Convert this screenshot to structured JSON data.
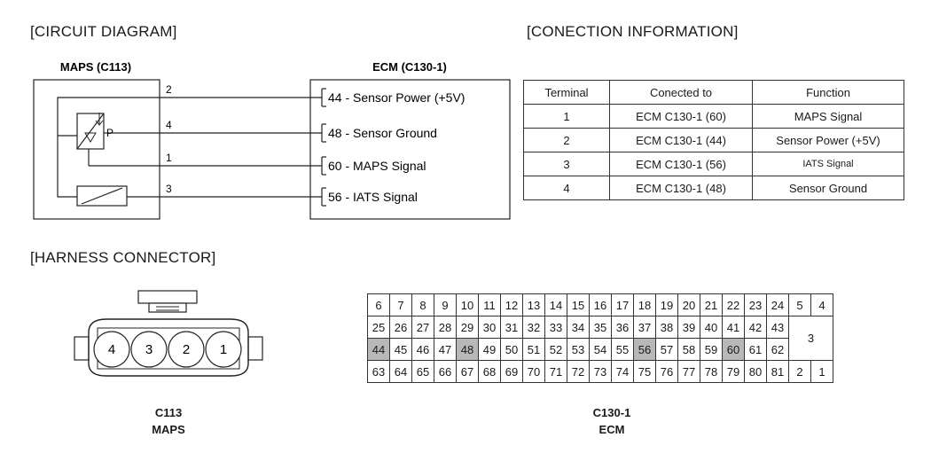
{
  "headings": {
    "circuit": "[CIRCUIT DIAGRAM]",
    "connection": "[CONECTION INFORMATION]",
    "harness": "[HARNESS CONNECTOR]"
  },
  "circuit": {
    "maps_title": "MAPS (C113)",
    "ecm_title": "ECM (C130-1)",
    "sensor_letter": "P",
    "pins": [
      "2",
      "4",
      "1",
      "3"
    ],
    "ecm_labels": [
      "44 - Sensor Power (+5V)",
      "48 - Sensor Ground",
      "60 - MAPS Signal",
      "56 - IATS Signal"
    ]
  },
  "table": {
    "headers": [
      "Terminal",
      "Conected to",
      "Function"
    ],
    "rows": [
      [
        "1",
        "ECM C130-1 (60)",
        "MAPS Signal"
      ],
      [
        "2",
        "ECM C130-1 (44)",
        "Sensor Power (+5V)"
      ],
      [
        "3",
        "ECM C130-1 (56)",
        "IATS Signal"
      ],
      [
        "4",
        "ECM C130-1 (48)",
        "Sensor Ground"
      ]
    ]
  },
  "harness": {
    "c113_pins": [
      "4",
      "3",
      "2",
      "1"
    ],
    "c113_caption": [
      "C113",
      "MAPS"
    ],
    "ecm_caption": [
      "C130-1",
      "ECM"
    ],
    "ecm_rows": [
      [
        "6",
        "7",
        "8",
        "9",
        "10",
        "11",
        "12",
        "13",
        "14",
        "15",
        "16",
        "17",
        "18",
        "19",
        "20",
        "21",
        "22",
        "23",
        "24"
      ],
      [
        "25",
        "26",
        "27",
        "28",
        "29",
        "30",
        "31",
        "32",
        "33",
        "34",
        "35",
        "36",
        "37",
        "38",
        "39",
        "40",
        "41",
        "42",
        "43"
      ],
      [
        "44",
        "45",
        "46",
        "47",
        "48",
        "49",
        "50",
        "51",
        "52",
        "53",
        "54",
        "55",
        "56",
        "57",
        "58",
        "59",
        "60",
        "61",
        "62"
      ],
      [
        "63",
        "64",
        "65",
        "66",
        "67",
        "68",
        "69",
        "70",
        "71",
        "72",
        "73",
        "74",
        "75",
        "76",
        "77",
        "78",
        "79",
        "80",
        "81"
      ]
    ],
    "ecm_side": {
      "top": [
        "5",
        "4"
      ],
      "middle": "3",
      "bottom": [
        "2",
        "1"
      ]
    },
    "highlighted": [
      "44",
      "48",
      "56",
      "60"
    ],
    "highlight_color": "#b8b8b8"
  }
}
